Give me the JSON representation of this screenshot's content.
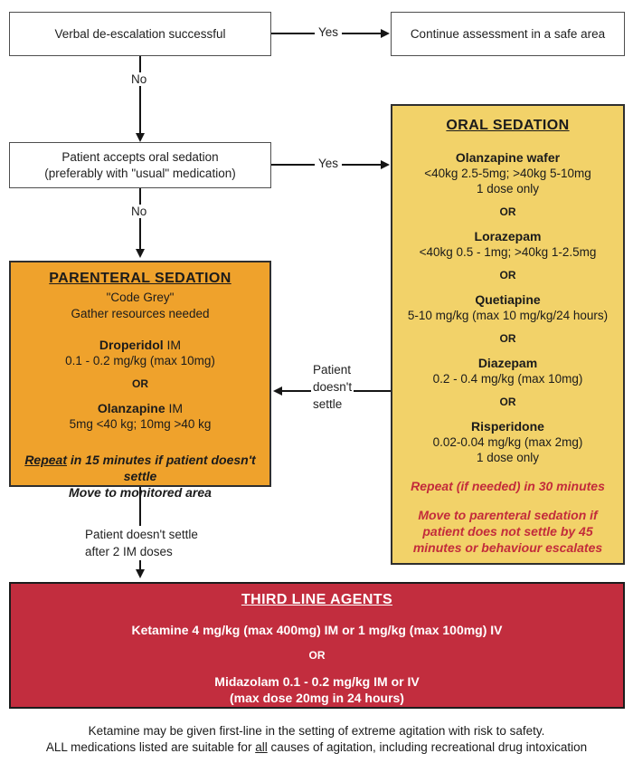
{
  "flow": {
    "nodes": {
      "verbal": "Verbal de-escalation successful",
      "continue_assessment": "Continue assessment in a safe area",
      "accept_line1": "Patient accepts oral sedation",
      "accept_line2": "(preferably with \"usual\" medication)"
    },
    "labels": {
      "yes1": "Yes",
      "no1": "No",
      "yes2": "Yes",
      "no2": "No",
      "doesnt_settle": [
        "Patient",
        "doesn't",
        "settle"
      ],
      "after_doses": [
        "Patient doesn't settle",
        "after 2 IM doses"
      ]
    }
  },
  "oral_sedation": {
    "title": "ORAL SEDATION",
    "or_label": "OR",
    "items": [
      {
        "name": "Olanzapine wafer",
        "dose": "<40kg 2.5-5mg; >40kg 5-10mg",
        "note": "1 dose only"
      },
      {
        "name": "Lorazepam",
        "dose": "<40kg 0.5 - 1mg; >40kg 1-2.5mg"
      },
      {
        "name": "Quetiapine",
        "dose": "5-10 mg/kg (max 10 mg/kg/24 hours)"
      },
      {
        "name": "Diazepam",
        "dose": "0.2 - 0.4 mg/kg (max 10mg)"
      },
      {
        "name": "Risperidone",
        "dose": "0.02-0.04 mg/kg (max 2mg)",
        "note": "1 dose only"
      }
    ],
    "warning1": "Repeat (if needed) in 30 minutes",
    "warning2": "Move to parenteral sedation if patient does not settle by 45 minutes or behaviour escalates"
  },
  "parenteral_sedation": {
    "title": "PARENTERAL SEDATION",
    "subtitle1": "\"Code Grey\"",
    "subtitle2": "Gather resources needed",
    "or_label": "OR",
    "items": [
      {
        "name": "Droperidol",
        "route": " IM",
        "dose": "0.1 - 0.2 mg/kg (max 10mg)"
      },
      {
        "name": "Olanzapine",
        "route": " IM",
        "dose": "5mg <40 kg; 10mg >40 kg"
      }
    ],
    "warning1_underlined": "Repeat",
    "warning1_rest": " in 15 minutes if patient doesn't settle",
    "warning2": "Move to monitored area"
  },
  "third_line": {
    "title": "THIRD LINE AGENTS",
    "or_label": "OR",
    "ketamine_line": "Ketamine 4 mg/kg (max 400mg) IM or 1 mg/kg (max 100mg) IV",
    "midazolam_line1": "Midazolam 0.1 - 0.2 mg/kg  IM or IV",
    "midazolam_line2": "(max dose 20mg in 24 hours)"
  },
  "footer": {
    "line1": "Ketamine may be given first-line in the setting of extreme agitation with risk to safety.",
    "line2_pre": "ALL medications listed are suitable for ",
    "line2_underlined": "all",
    "line2_post": " causes of agitation, including recreational drug intoxication"
  },
  "colors": {
    "oral_box_fill": "#F2D269",
    "parenteral_box_fill": "#EFA22C",
    "third_line_box_fill": "#C22D3E",
    "warning_text": "#C32B3B"
  }
}
